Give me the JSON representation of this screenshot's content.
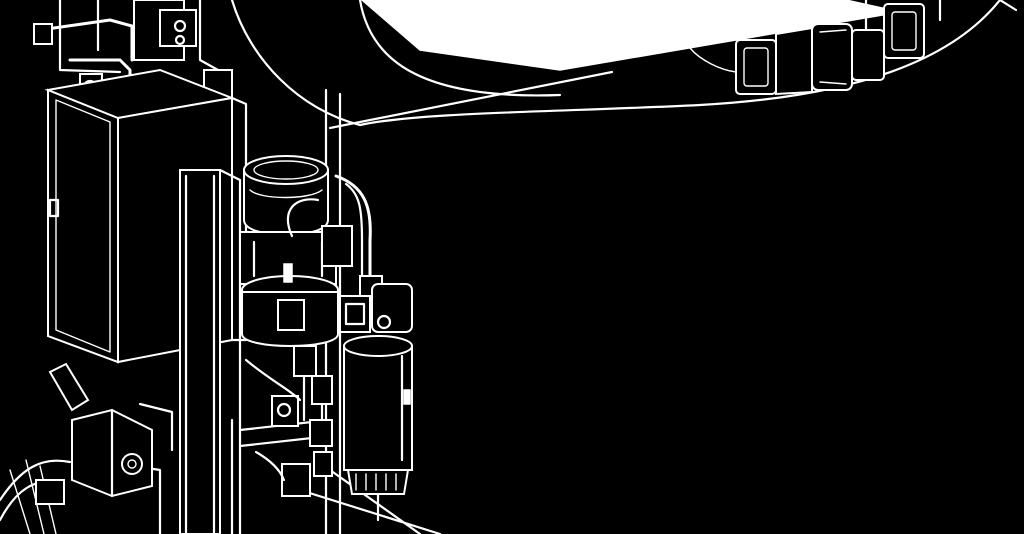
{
  "figure": {
    "background_color": "#000000",
    "line_color": "#ffffff",
    "style": "white line-art technical illustration on black",
    "components": [
      "electrical-enclosure",
      "motor-pump-assembly",
      "cartridge-filter",
      "hose-fittings",
      "manifold-block",
      "frame-rails",
      "detail-callout-magnifier"
    ]
  }
}
